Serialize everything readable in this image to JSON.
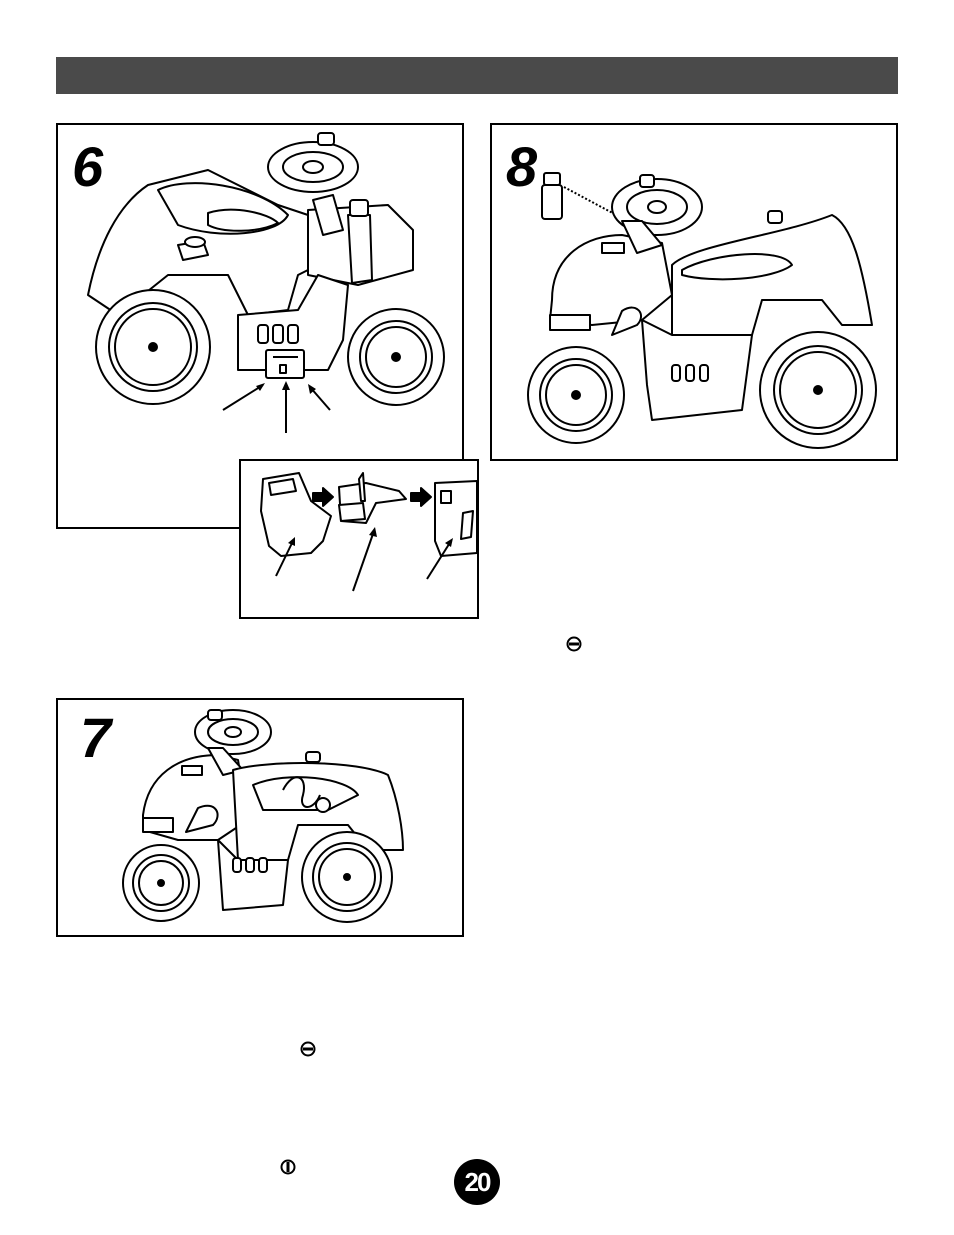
{
  "page": {
    "page_number": "20",
    "header_color": "#4a4a4a"
  },
  "steps": [
    {
      "number": "6"
    },
    {
      "number": "8"
    },
    {
      "number": "7"
    }
  ],
  "icons": [
    {
      "name": "screw-slotted-icon"
    },
    {
      "name": "screw-slotted-icon"
    },
    {
      "name": "screw-vertical-icon"
    }
  ]
}
